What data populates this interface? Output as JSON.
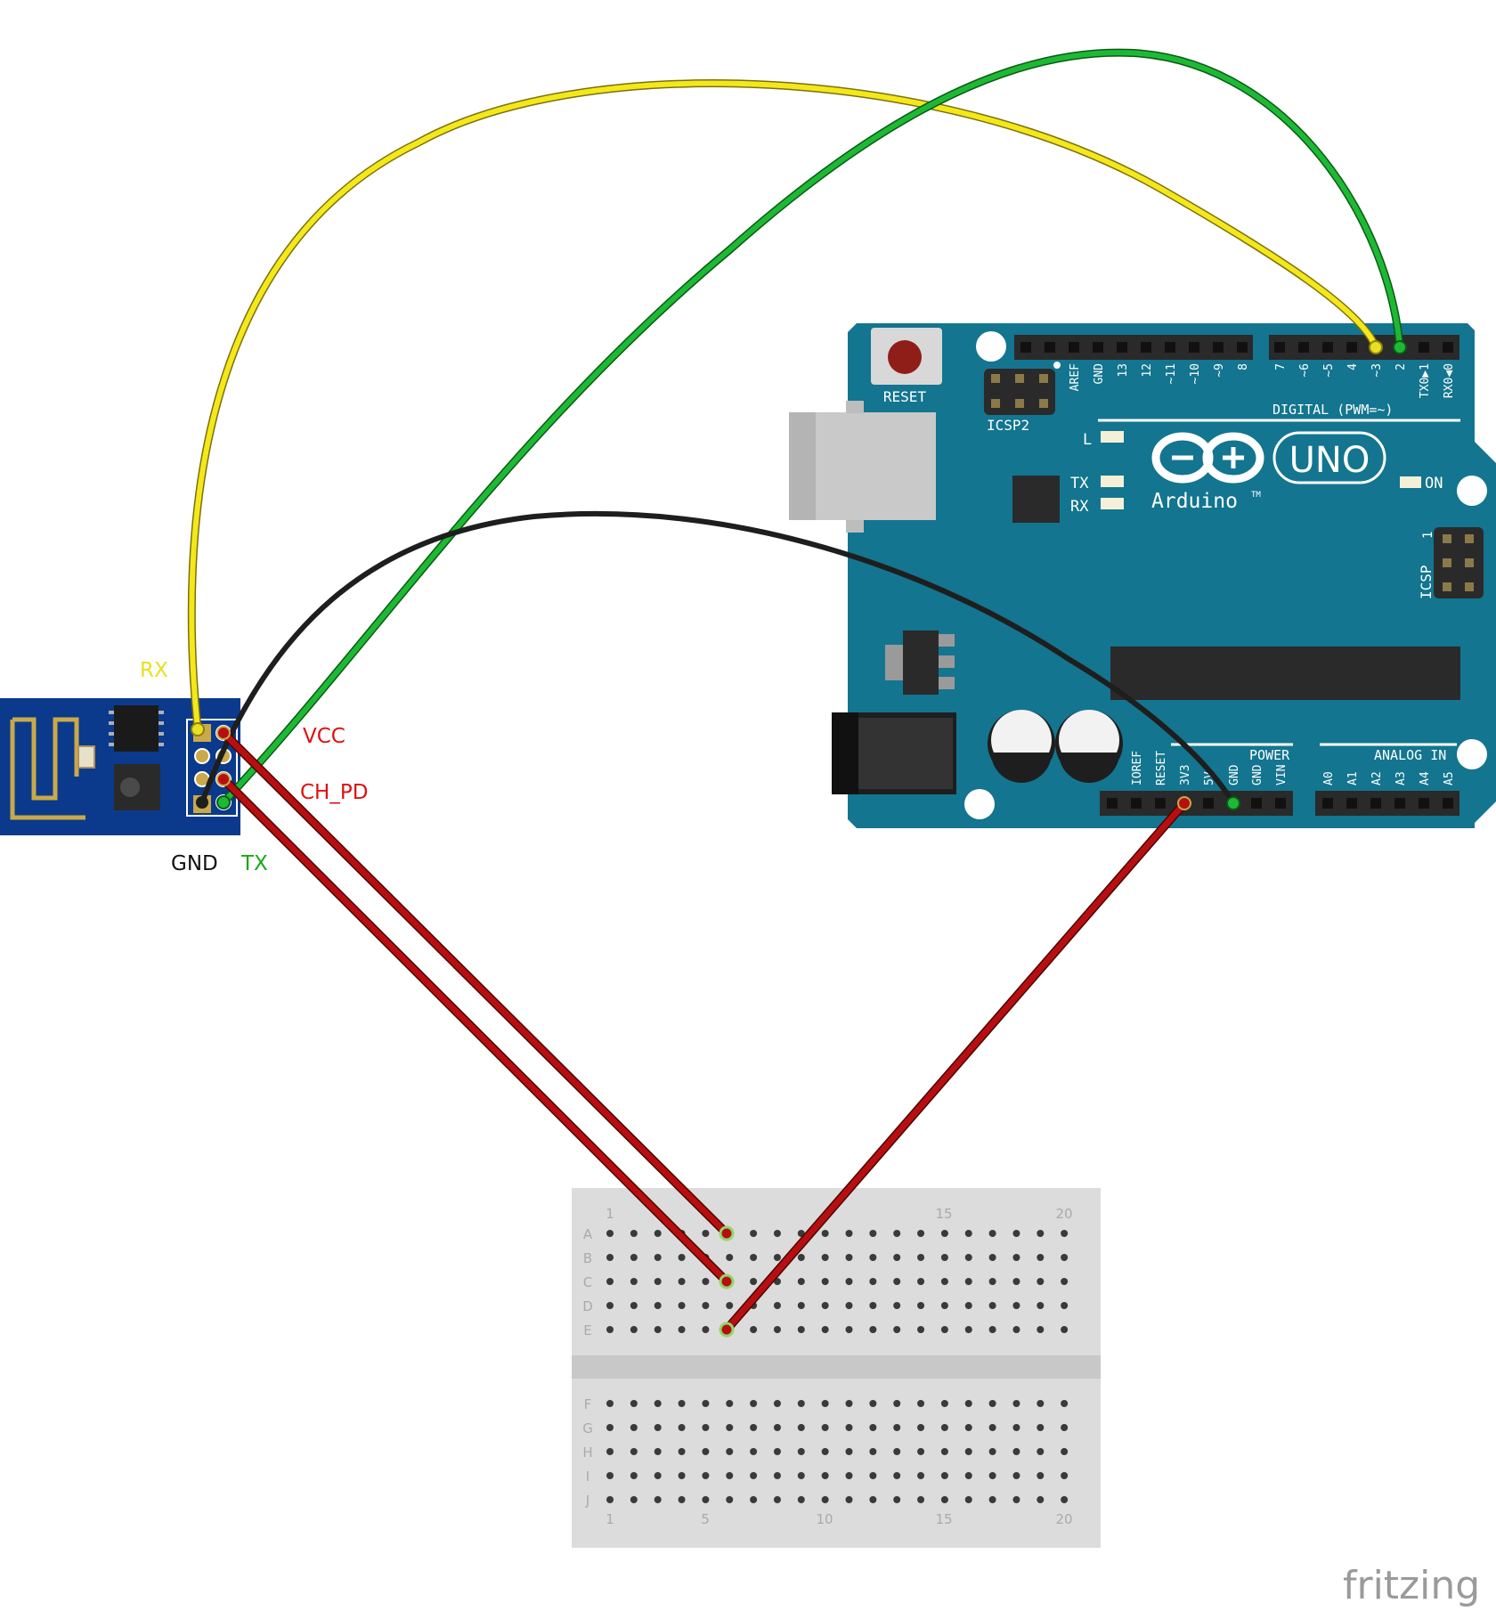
{
  "colors": {
    "arduino_board": "#13758f",
    "esp_board": "#0b3a8c",
    "wire_yellow": "#f4e81a",
    "wire_green": "#1eb934",
    "wire_black": "#1e1e1e",
    "wire_red": "#b70f0f",
    "breadboard": "#dcdcdc",
    "label_yellow": "#e8e020",
    "label_red": "#e01010",
    "label_green": "#18a818",
    "label_black": "#111111"
  },
  "esp_labels": {
    "rx": "RX",
    "vcc": "VCC",
    "ch_pd": "CH_PD",
    "gnd": "GND",
    "tx": "TX"
  },
  "arduino": {
    "reset": "RESET",
    "icsp2": "ICSP2",
    "icsp": "ICSP",
    "icsp_pin1": "1",
    "digital": "DIGITAL (PWM=~)",
    "led_l": "L",
    "led_tx": "TX",
    "led_rx": "RX",
    "on": "ON",
    "brand": "Arduino",
    "tm": "TM",
    "model": "UNO",
    "power": "POWER",
    "analog_in": "ANALOG IN",
    "digital_pins": [
      "AREF",
      "GND",
      "13",
      "12",
      "~11",
      "~10",
      "~9",
      "8",
      "7",
      "~6",
      "~5",
      "4",
      "~3",
      "2",
      "TX0▶1",
      "RX0◀0"
    ],
    "power_pins": [
      "IOREF",
      "RESET",
      "3V3",
      "5V",
      "GND",
      "GND",
      "VIN"
    ],
    "analog_pins": [
      "A0",
      "A1",
      "A2",
      "A3",
      "A4",
      "A5"
    ]
  },
  "breadboard": {
    "rows_top": [
      "A",
      "B",
      "C",
      "D",
      "E"
    ],
    "rows_bottom": [
      "F",
      "G",
      "H",
      "I",
      "J"
    ],
    "col_labels_top": [
      "1",
      "15",
      "20"
    ],
    "col_labels_bottom": [
      "1",
      "5",
      "10",
      "15",
      "20"
    ]
  },
  "watermark": "fritzing"
}
